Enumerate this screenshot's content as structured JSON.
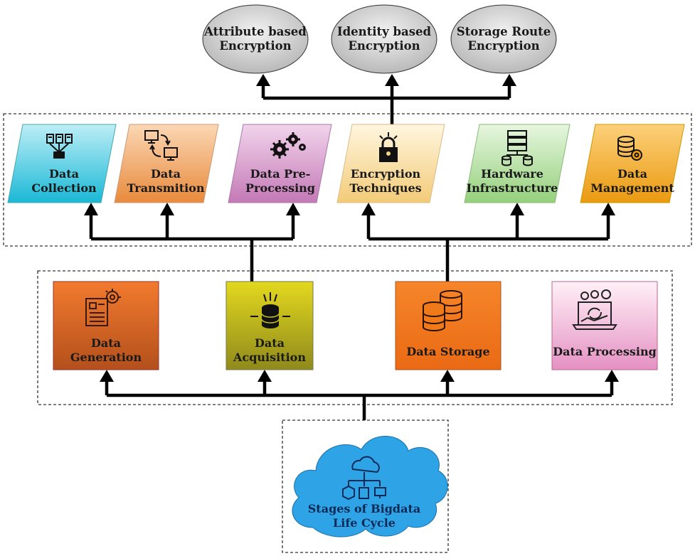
{
  "encryption_types": [
    {
      "label": "Attribute based\nEncryption"
    },
    {
      "label": "Identity based\nEncryption"
    },
    {
      "label": "Storage Route\nEncryption"
    }
  ],
  "components": [
    {
      "label": "Data\nCollection",
      "icon": "documents-to-box-icon",
      "color": "#3ec9dc"
    },
    {
      "label": "Data\nTransmition",
      "icon": "computers-exchange-icon",
      "color": "#f0a060"
    },
    {
      "label": "Data Pre-\nProcessing",
      "icon": "gears-icon",
      "color": "#cf8fc4"
    },
    {
      "label": "Encryption\nTechniques",
      "icon": "padlock-icon",
      "color": "#f6d38a"
    },
    {
      "label": "Hardware\nInfrastructure",
      "icon": "server-rack-icon",
      "color": "#a5d88f"
    },
    {
      "label": "Data\nManagement",
      "icon": "database-gear-icon",
      "color": "#f2a31a"
    }
  ],
  "stages": [
    {
      "label": "Data\nGeneration",
      "icon": "document-gear-icon",
      "color": "#e55a1c"
    },
    {
      "label": "Data\nAcquisition",
      "icon": "database-inflow-icon",
      "color": "#c8c41a"
    },
    {
      "label": "Data Storage",
      "icon": "coins-database-icon",
      "color": "#f07a1a"
    },
    {
      "label": "Data Processing",
      "icon": "laptop-sync-icon",
      "color": "#e99ac7"
    }
  ],
  "root": {
    "label": "Stages of Bigdata\nLife Cycle",
    "icon": "cloud-network-icon",
    "color": "#2ea3e6"
  }
}
